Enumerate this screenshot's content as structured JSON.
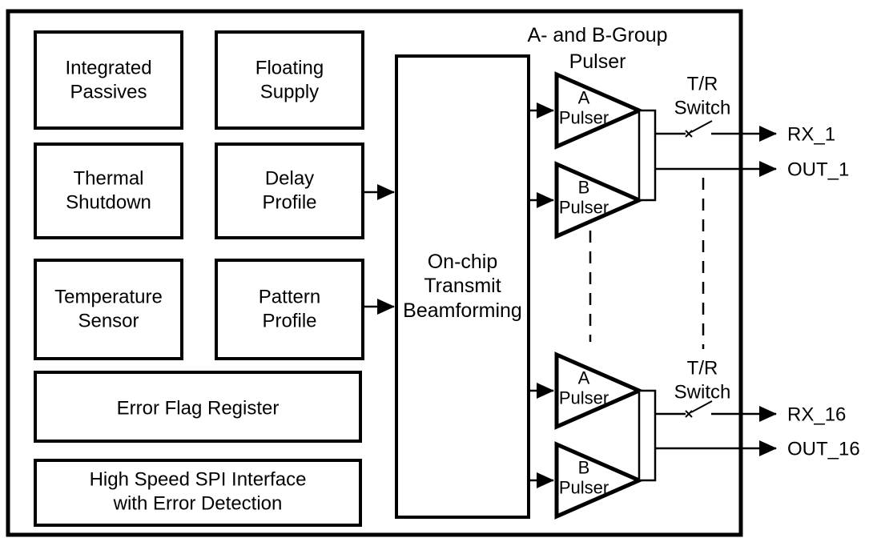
{
  "colors": {
    "ink": "#000000",
    "background": "#ffffff"
  },
  "chip": {
    "control_blocks": {
      "integrated_passives": {
        "line1": "Integrated",
        "line2": "Passives"
      },
      "floating_supply": {
        "line1": "Floating",
        "line2": "Supply"
      },
      "thermal_shutdown": {
        "line1": "Thermal",
        "line2": "Shutdown"
      },
      "delay_profile": {
        "line1": "Delay",
        "line2": "Profile"
      },
      "temperature_sensor": {
        "line1": "Temperature",
        "line2": "Sensor"
      },
      "pattern_profile": {
        "line1": "Pattern",
        "line2": "Profile"
      },
      "error_flag_register": {
        "line1": "Error Flag Register"
      },
      "spi_interface": {
        "line1": "High Speed SPI Interface",
        "line2": "with Error Detection"
      },
      "beamforming": {
        "line1": "On-chip",
        "line2": "Transmit",
        "line3": "Beamforming"
      }
    },
    "pulser_section": {
      "title": {
        "line1": "A- and B-Group",
        "line2": "Pulser"
      },
      "groups": [
        {
          "a_pulser": {
            "line1": "A",
            "line2": "Pulser"
          },
          "b_pulser": {
            "line1": "B",
            "line2": "Pulser"
          },
          "tr_switch": {
            "line1": "T/R",
            "line2": "Switch"
          },
          "rx_port": "RX_1",
          "out_port": "OUT_1"
        },
        {
          "a_pulser": {
            "line1": "A",
            "line2": "Pulser"
          },
          "b_pulser": {
            "line1": "B",
            "line2": "Pulser"
          },
          "tr_switch": {
            "line1": "T/R",
            "line2": "Switch"
          },
          "rx_port": "RX_16",
          "out_port": "OUT_16"
        }
      ]
    }
  }
}
